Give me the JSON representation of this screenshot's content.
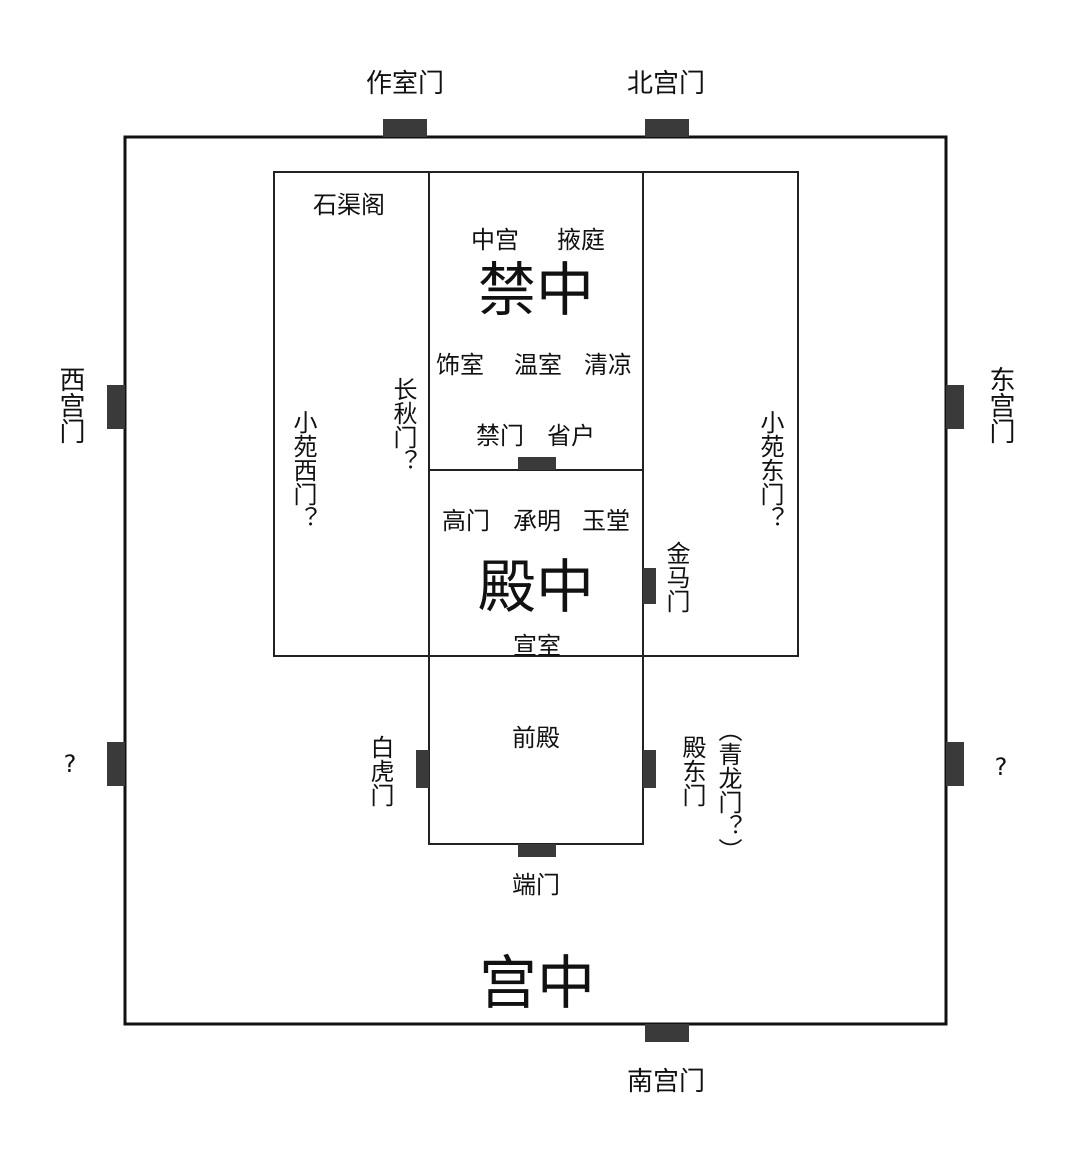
{
  "outer_gates": {
    "north_left": "作室门",
    "north_right": "北宫门",
    "south": "南宫门",
    "west": "西宫门",
    "east": "东宫门",
    "west_unknown": "?",
    "east_unknown": "?"
  },
  "palace": {
    "name": "宫中"
  },
  "west_garden": {
    "pavilion": "石渠阁",
    "gate": "小苑西门？",
    "inner_gate": "长秋门？"
  },
  "east_garden": {
    "gate": "小苑东门？"
  },
  "jinzhong": {
    "name": "禁中",
    "top_left": "中宫",
    "top_right": "掖庭",
    "rooms": [
      "饰室",
      "温室",
      "清凉"
    ],
    "gates": [
      "禁门",
      "省户"
    ]
  },
  "dianzhong": {
    "name": "殿中",
    "rooms": [
      "高门",
      "承明",
      "玉堂"
    ],
    "room_bottom": "宣室",
    "east_gate": "金马门"
  },
  "qiandian": {
    "name": "前殿",
    "west_gate": "白虎门",
    "east_gate": "殿东门",
    "east_gate_alt": "（青龙门？）",
    "south_gate": "端门"
  }
}
